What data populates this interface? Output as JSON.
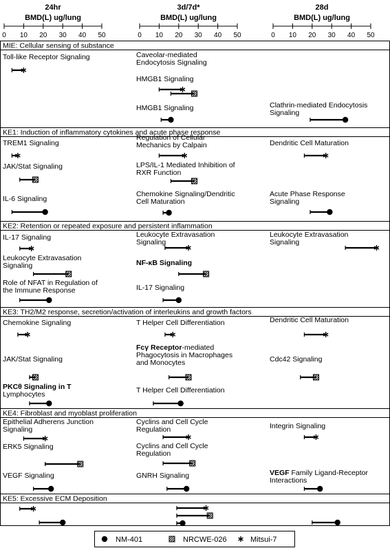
{
  "chart_data": {
    "type": "range-dot-plot",
    "panels": [
      {
        "id": "p0",
        "title": "24hr",
        "axis_label": "BMD(L) ug/lung",
        "xlim": [
          0,
          50
        ],
        "ticks": [
          "0",
          "10",
          "20",
          "30",
          "40",
          "50"
        ]
      },
      {
        "id": "p1",
        "title": "3d/7d*",
        "axis_label": "BMD(L) ug/lung",
        "xlim": [
          0,
          50
        ],
        "ticks": [
          "0",
          "10",
          "20",
          "30",
          "40",
          "50"
        ]
      },
      {
        "id": "p2",
        "title": "28d",
        "axis_label": "BMD(L) ug/lung",
        "xlim": [
          0,
          50
        ],
        "ticks": [
          "0",
          "10",
          "20",
          "30",
          "40",
          "50"
        ]
      }
    ],
    "series": [
      {
        "name": "NM-401",
        "marker": "circle"
      },
      {
        "name": "NRCWE-026",
        "marker": "hatched-square"
      },
      {
        "name": "Mitsui-7",
        "marker": "star"
      }
    ],
    "sections": [
      {
        "header": "MIE: Cellular sensing of substance"
      },
      {
        "header": "KE1: Induction of inflammatory cytokines and acute phase response"
      },
      {
        "header": "KE2: Retention or repeated exposure and persistent inflammation"
      },
      {
        "header": "KE3: TH2/M2 response, secretion/activation of interleukins and growth factors"
      },
      {
        "header": "KE4: Fibroblast and myoblast proliferation"
      },
      {
        "header": "KE5: Excessive ECM Deposition"
      }
    ],
    "entries": [
      {
        "panel": 0,
        "label": [
          "Toll-like Receptor Signaling"
        ],
        "bold": false,
        "series": "Mitsui-7",
        "low": 4,
        "high": 10
      },
      {
        "panel": 1,
        "label": [
          "Caveolar-mediated",
          "Endocytosis Signaling"
        ],
        "bold": false,
        "series": "Mitsui-7",
        "low": 10,
        "high": 22
      },
      {
        "panel": 1,
        "label": [
          "HMGB1 Signaling"
        ],
        "bold": false,
        "series": "NRCWE-026",
        "low": 16,
        "high": 28
      },
      {
        "panel": 1,
        "label": [
          "HMGB1 Signaling"
        ],
        "bold": false,
        "series": "NM-401",
        "low": 11,
        "high": 16
      },
      {
        "panel": 2,
        "label": [
          "Clathrin-mediated Endocytosis",
          "Signaling"
        ],
        "bold": false,
        "series": "NM-401",
        "low": 19,
        "high": 37
      },
      {
        "panel": 0,
        "label": [
          "TREM1 Signaling"
        ],
        "bold": false,
        "series": "Mitsui-7",
        "low": 4,
        "high": 7
      },
      {
        "panel": 0,
        "label": [
          "JAK/Stat Signaling"
        ],
        "bold": false,
        "series": "NRCWE-026",
        "low": 8,
        "high": 16
      },
      {
        "panel": 0,
        "label": [
          "IL-6 Signaling"
        ],
        "bold": false,
        "series": "NM-401",
        "low": 4,
        "high": 21
      },
      {
        "panel": 1,
        "label": [
          "Regulation of Cellular",
          "Mechanics by Calpain"
        ],
        "bold": false,
        "series": "Mitsui-7",
        "low": 10,
        "high": 23
      },
      {
        "panel": 1,
        "label": [
          "LPS/IL-1 Mediated Inhibition of",
          "RXR Function"
        ],
        "bold": false,
        "series": "NRCWE-026",
        "low": 16,
        "high": 28
      },
      {
        "panel": 1,
        "label": [
          "Chemokine Signaling/Dendritic",
          "Cell Maturation"
        ],
        "bold": false,
        "series": "NM-401",
        "low": 12,
        "high": 15
      },
      {
        "panel": 2,
        "label": [
          "Dendritic Cell Maturation"
        ],
        "bold": false,
        "series": "Mitsui-7",
        "low": 16,
        "high": 27
      },
      {
        "panel": 2,
        "label": [
          "Acute Phase Response",
          "Signaling"
        ],
        "bold": false,
        "series": "NM-401",
        "low": 19,
        "high": 29
      },
      {
        "panel": 0,
        "label": [
          "IL-17 Signaling"
        ],
        "bold": false,
        "series": "Mitsui-7",
        "low": 8,
        "high": 14
      },
      {
        "panel": 0,
        "label": [
          "Leukocyte Extravasation",
          "Signaling"
        ],
        "bold": false,
        "series": "NRCWE-026",
        "low": 15,
        "high": 33
      },
      {
        "panel": 0,
        "label": [
          "Role of NFAT in Regulation of",
          "the Immune Response"
        ],
        "bold": false,
        "series": "NM-401",
        "low": 8,
        "high": 23
      },
      {
        "panel": 1,
        "label": [
          "Leukocyte Extravasation",
          "Signaling"
        ],
        "bold": false,
        "series": "Mitsui-7",
        "low": 13,
        "high": 25
      },
      {
        "panel": 1,
        "label": [
          "NF-κB Signaling"
        ],
        "bold": true,
        "series": "NRCWE-026",
        "low": 20,
        "high": 34
      },
      {
        "panel": 1,
        "label": [
          "IL-17 Signaling"
        ],
        "bold": false,
        "series": "NM-401",
        "low": 12,
        "high": 20
      },
      {
        "panel": 2,
        "label": [
          "Leukocyte Extravasation",
          "Signaling"
        ],
        "bold": false,
        "series": "Mitsui-7",
        "low": 37,
        "high": 53
      },
      {
        "panel": 0,
        "label": [
          "Chemokine Signaling"
        ],
        "bold": false,
        "series": "Mitsui-7",
        "low": 7,
        "high": 12
      },
      {
        "panel": 0,
        "label": [
          "JAK/Stat Signaling"
        ],
        "bold": false,
        "series": "NRCWE-026",
        "low": 13,
        "high": 16
      },
      {
        "panel": 0,
        "label": [
          "PKCθ Signaling in T",
          "Lymphocytes"
        ],
        "bold": true,
        "bold_line": 0,
        "series": "NM-401",
        "low": 13,
        "high": 23
      },
      {
        "panel": 1,
        "label": [
          "T Helper Cell Differentiation"
        ],
        "bold": false,
        "series": "Mitsui-7",
        "low": 13,
        "high": 17
      },
      {
        "panel": 1,
        "label": [
          "Fcγ Receptor-mediated",
          "Phagocytosis in Macrophages",
          "and Monocytes"
        ],
        "bold": "partial",
        "series": "NRCWE-026",
        "low": 15,
        "high": 25
      },
      {
        "panel": 1,
        "label": [
          "T Helper Cell Differentiation"
        ],
        "bold": false,
        "series": "NM-401",
        "low": 7,
        "high": 21
      },
      {
        "panel": 2,
        "label": [
          "Dendritic Cell Maturation"
        ],
        "bold": false,
        "series": "Mitsui-7",
        "low": 16,
        "high": 27
      },
      {
        "panel": 2,
        "label": [
          "Cdc42 Signaling"
        ],
        "bold": false,
        "series": "NRCWE-026",
        "low": 14,
        "high": 22
      },
      {
        "panel": 0,
        "label": [
          "Epithelial Adherens Junction",
          "Signaling"
        ],
        "bold": false,
        "series": "Mitsui-7",
        "low": 10,
        "high": 21
      },
      {
        "panel": 0,
        "label": [
          "ERK5 Signaling"
        ],
        "bold": false,
        "series": "NRCWE-026",
        "low": 21,
        "high": 39
      },
      {
        "panel": 0,
        "label": [
          "VEGF Signaling"
        ],
        "bold": false,
        "series": "NM-401",
        "low": 15,
        "high": 24
      },
      {
        "panel": 1,
        "label": [
          "Cyclins and Cell Cycle",
          "Regulation"
        ],
        "bold": false,
        "series": "Mitsui-7",
        "low": 12,
        "high": 25
      },
      {
        "panel": 1,
        "label": [
          "Cyclins and Cell Cycle",
          "Regulation"
        ],
        "bold": false,
        "series": "NRCWE-026",
        "low": 12,
        "high": 27
      },
      {
        "panel": 1,
        "label": [
          "GNRH Signaling"
        ],
        "bold": false,
        "series": "NM-401",
        "low": 14,
        "high": 24
      },
      {
        "panel": 2,
        "label": [
          "Integrin Signaling"
        ],
        "bold": false,
        "series": "Mitsui-7",
        "low": 16,
        "high": 22
      },
      {
        "panel": 2,
        "label": [
          "VEGF Family Ligand-Receptor",
          "Interactions"
        ],
        "bold": "partial",
        "series": "NM-401",
        "low": 16,
        "high": 24
      },
      {
        "panel": 0,
        "label": [],
        "bold": false,
        "series": "Mitsui-7",
        "low": 8,
        "high": 15
      },
      {
        "panel": 0,
        "label": [],
        "bold": false,
        "series": "NM-401",
        "low": 18,
        "high": 30
      },
      {
        "panel": 1,
        "label": [],
        "bold": false,
        "series": "Mitsui-7",
        "low": 19,
        "high": 34
      },
      {
        "panel": 1,
        "label": [],
        "bold": false,
        "series": "NRCWE-026",
        "low": 19,
        "high": 36
      },
      {
        "panel": 1,
        "label": [],
        "bold": false,
        "series": "NM-401",
        "low": 19,
        "high": 22
      },
      {
        "panel": 2,
        "label": [],
        "bold": false,
        "series": "NM-401",
        "low": 20,
        "high": 33
      }
    ],
    "legend": {
      "position": "bottom-center",
      "items": [
        "NM-401",
        "NRCWE-026",
        "Mitsui-7"
      ]
    }
  }
}
